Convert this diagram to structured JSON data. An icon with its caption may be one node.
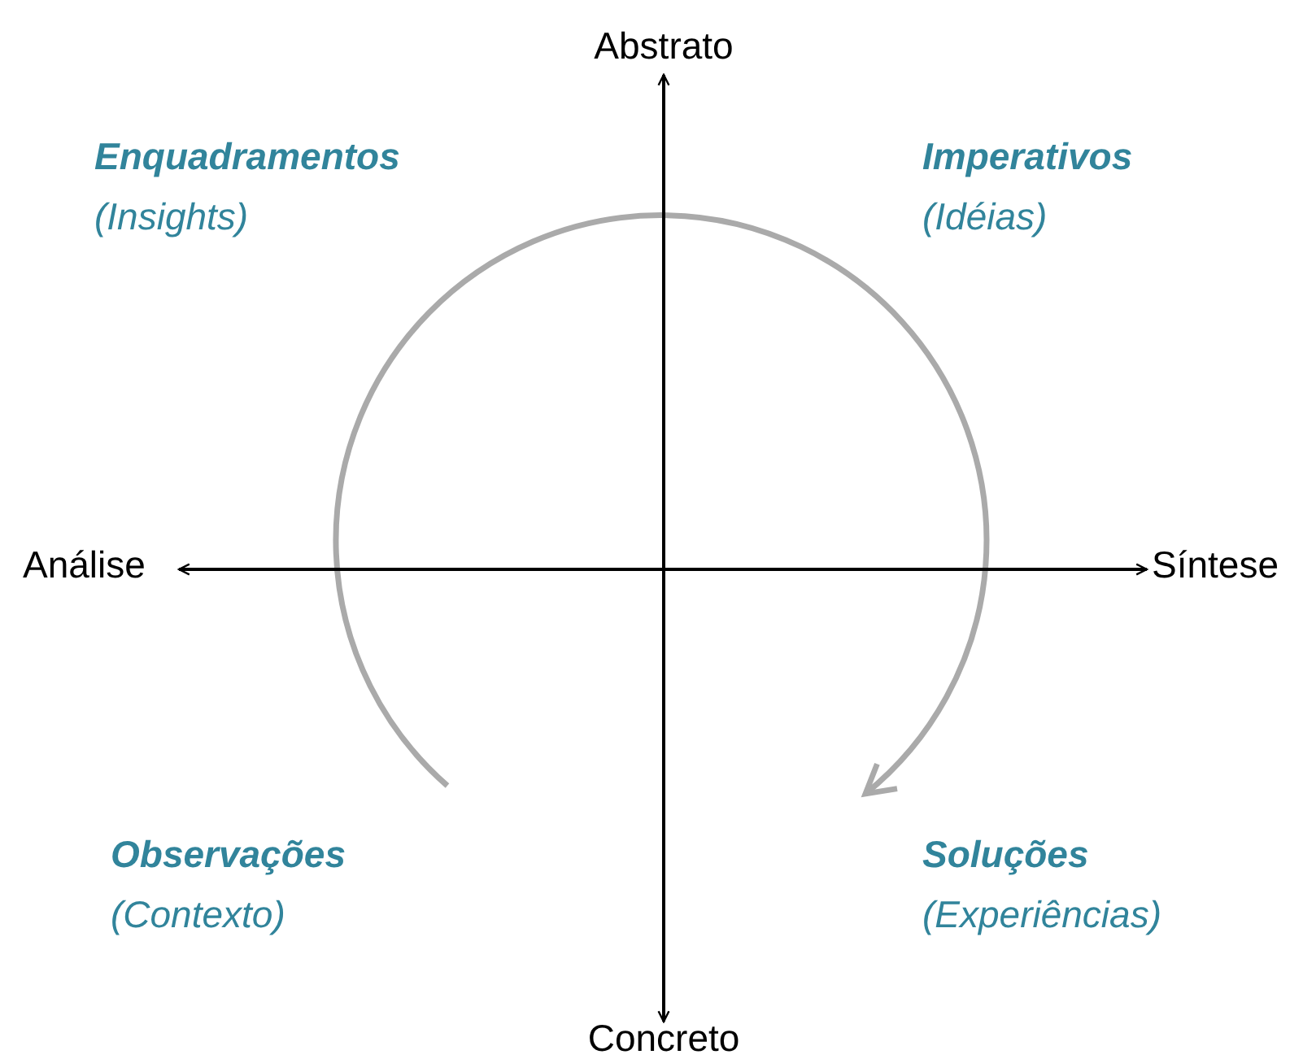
{
  "diagram": {
    "labels": [
      "Abstrato",
      "Enquadramentos",
      "(Insights)",
      "Imperativos",
      "(Idéias)",
      "Análise",
      "Síntese",
      "Observações",
      "(Contexto)",
      "Soluções",
      "(Experiências)",
      "Concreto"
    ]
  }
}
